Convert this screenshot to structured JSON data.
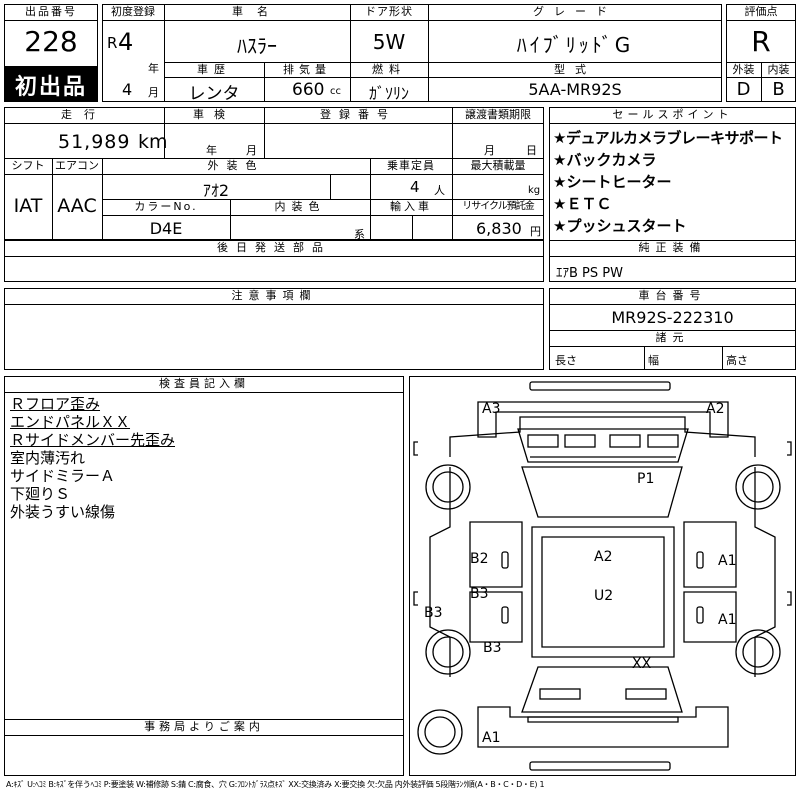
{
  "header": {
    "lot_no_label": "出品番号",
    "lot_no": "228",
    "first_listing": "初出品",
    "reg_label": "初度登録",
    "era": "R",
    "year_value": "4",
    "year_unit": "年",
    "month_value": "4",
    "month_unit": "月",
    "car_name_label": "車名",
    "car_name": "ﾊｽﾗｰ",
    "history_label": "車歴",
    "history": "レンタ",
    "displacement_label": "排気量",
    "displacement": "660",
    "displacement_unit": "cc",
    "door_label": "ドア形状",
    "door": "5W",
    "fuel_label": "燃料",
    "fuel": "ｶﾞｿﾘﾝ",
    "grade_label": "グレード",
    "grade": "ﾊｲﾌﾞﾘｯﾄﾞG",
    "model_label": "型式",
    "model": "5AA-MR92S",
    "score_label": "評価点",
    "score": "R",
    "exterior_label": "外装",
    "exterior": "D",
    "interior_label": "内装",
    "interior": "B"
  },
  "row2": {
    "mileage_label": "走行",
    "mileage": "51,989",
    "mileage_unit": "km",
    "inspection_label": "車検",
    "inspection_year_unit": "年",
    "inspection_month_unit": "月",
    "reg_no_label": "登録番号",
    "transfer_label": "譲渡書類期限",
    "transfer_month_unit": "月",
    "transfer_day_unit": "日"
  },
  "row3": {
    "shift_label": "シフト",
    "shift": "IAT",
    "ac_label": "エアコン",
    "ac": "AAC",
    "ext_color_label": "外装色",
    "ext_color": "ｱｵ2",
    "capacity_label": "乗車定員",
    "capacity": "4",
    "capacity_unit": "人",
    "max_load_label": "最大積載量",
    "max_load_unit": "kg",
    "color_no_label": "カラーNo.",
    "color_no": "D4E",
    "int_color_label": "内装色",
    "int_color_unit": "系",
    "import_label": "輸入車",
    "recycle_label": "リサイクル預託金",
    "recycle": "6,830",
    "recycle_unit": "円"
  },
  "later_parts_label": "後日発送部品",
  "sales_points": {
    "label": "セールスポイント",
    "items": [
      "★デュアルカメラブレーキサポート",
      "★バックカメラ",
      "★シートヒーター",
      "★ＥＴＣ",
      "★プッシュスタート"
    ]
  },
  "equipment": {
    "label": "純正装備",
    "value": "ｴｱB PS PW"
  },
  "notes_label": "注意事項欄",
  "chassis": {
    "label": "車台番号",
    "value": "MR92S-222310"
  },
  "specs": {
    "label": "諸元",
    "length": "長さ",
    "width": "幅",
    "height": "高さ"
  },
  "inspector": {
    "label": "検査員記入欄",
    "lines": [
      {
        "text": "Ｒフロア歪み",
        "underline": true
      },
      {
        "text": "エンドパネルＸＸ",
        "underline": true
      },
      {
        "text": "Ｒサイドメンバー先歪み",
        "underline": true
      },
      {
        "text": "室内薄汚れ",
        "underline": false
      },
      {
        "text": "サイドミラーＡ",
        "underline": false
      },
      {
        "text": "下廻りＳ",
        "underline": false
      },
      {
        "text": "外装うすい線傷",
        "underline": false
      }
    ]
  },
  "office_label": "事務局よりご案内",
  "damage_marks": {
    "a3": "A3",
    "a2_top": "A2",
    "p1": "P1",
    "b2": "B2",
    "a2_mid": "A2",
    "a1_r1": "A1",
    "b3_1": "B3",
    "u2": "U2",
    "a1_r2": "A1",
    "b3_side": "B3",
    "b3_2": "B3",
    "xx": "XX",
    "a1_bottom": "A1"
  },
  "legend": "A:ｷｽﾞ U:ﾍｺﾐ B:ｷｽﾞを伴うﾍｺﾐ P:要塗装 W:補修跡 S:錆 C:腐食、穴 G:ﾌﾛﾝﾄｶﾞﾗｽ点ｷｽﾞ XX:交換済み X:要交換 欠:欠品 内外装評価 5段階ﾗﾝｸ順(A・B・C・D・E) 1"
}
